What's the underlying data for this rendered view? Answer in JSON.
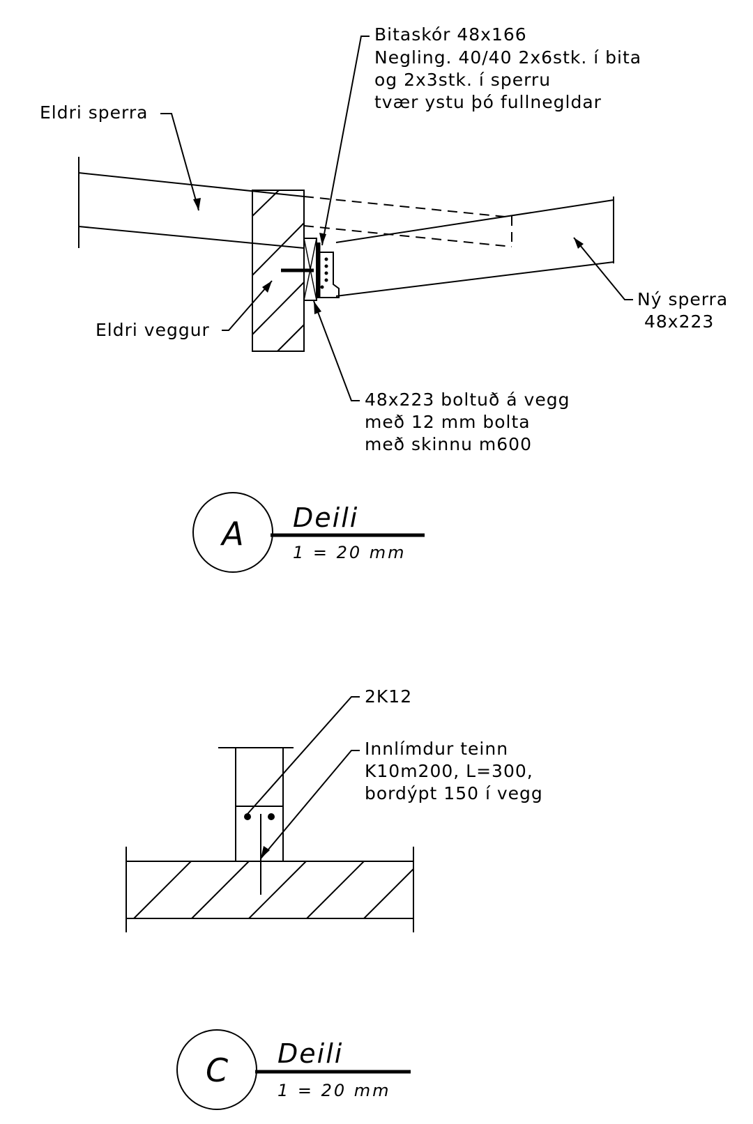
{
  "detail_a": {
    "labels": {
      "bitaskor_1": "Bitaskór 48x166",
      "bitaskor_2": "Negling. 40/40 2x6stk. í bita",
      "bitaskor_3": "og 2x3stk. í sperru",
      "bitaskor_4": "tvær ystu þó fullnegldar",
      "eldri_sperra": "Eldri sperra",
      "ny_sperra_1": "Ný sperra",
      "ny_sperra_2": "48x223",
      "eldri_veggur": "Eldri veggur",
      "bolt_1": "48x223 boltuð á vegg",
      "bolt_2": "með 12 mm bolta",
      "bolt_3": "með skinnu m600"
    },
    "title": {
      "letter": "A",
      "name": "Deili",
      "scale": "1 = 20 mm"
    }
  },
  "detail_c": {
    "labels": {
      "rebar": "2K12",
      "dowel_1": "Innlímdur teinn",
      "dowel_2": "K10m200, L=300,",
      "dowel_3": "bordýpt 150 í vegg"
    },
    "title": {
      "letter": "C",
      "name": "Deili",
      "scale": "1 = 20 mm"
    }
  }
}
